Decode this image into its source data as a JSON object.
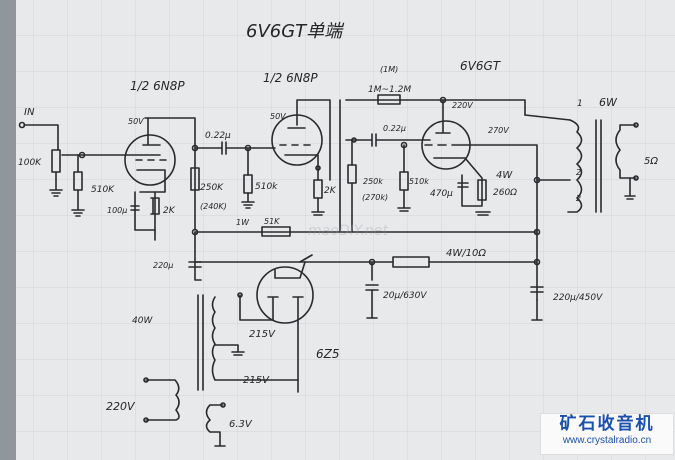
{
  "title": "6V6GT单端",
  "watermark_center": "maoDIY.net",
  "logo": {
    "cn": "矿石收音机",
    "url": "www.crystalradio.cn"
  },
  "stage1": {
    "tube": "1/2 6N8P",
    "plate_voltage": "50V",
    "input": "IN",
    "pot": "100K",
    "grid_res": "510K",
    "cathode_cap": "100μ",
    "cathode_res": "2K",
    "plate_res": "250K",
    "plate_res_alt": "(240K)",
    "coupling_cap": "0.22μ"
  },
  "stage2": {
    "tube": "1/2 6N8P",
    "plate_voltage": "50V",
    "grid_res": "510k",
    "cathode_res": "2K",
    "decouple_res": "51K",
    "decouple_power": "1W",
    "decouple_cap": "220μ"
  },
  "output": {
    "tube": "6V6GT",
    "feedback_res": "1M~1.2M",
    "feedback_res_alt": "(1M)",
    "plate_voltage": "220V",
    "screen_voltage": "270V",
    "coupling_cap": "0.22μ",
    "plate_res": "250k",
    "plate_res_alt": "(270k)",
    "grid_res": "510k",
    "cathode_cap": "470μ",
    "cathode_res_power": "4W",
    "cathode_res": "260Ω",
    "transformer_power": "6W",
    "speaker": "5Ω",
    "tap1": "2",
    "tap2": "2",
    "tap_top": "1"
  },
  "power": {
    "filter_res": "4W/10Ω",
    "filter_cap1": "20μ/630V",
    "filter_cap2": "220μ/450V",
    "rectifier": "6Z5",
    "transformer": "40W",
    "hv1": "215V",
    "hv2": "215V",
    "mains": "220V",
    "heater": "6.3V"
  }
}
